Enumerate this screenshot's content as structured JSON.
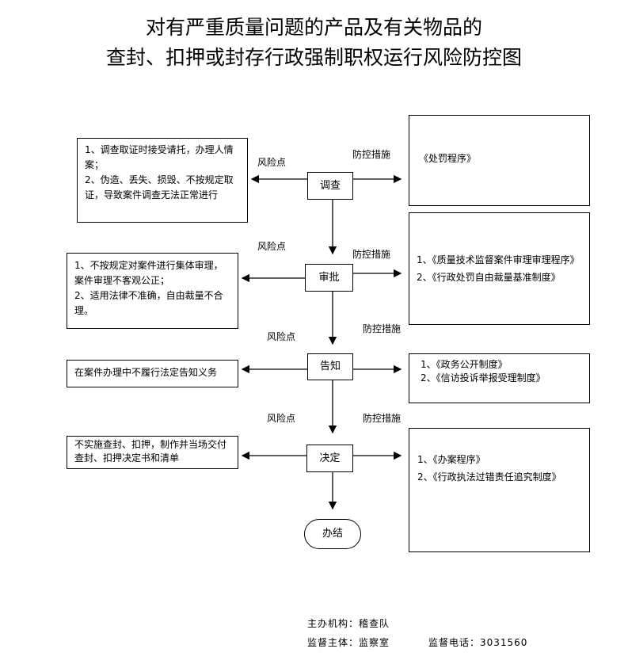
{
  "title": {
    "line1": "对有严重质量问题的产品及有关物品的",
    "line2": "查封、扣押或封存行政强制职权运行风险防控图"
  },
  "steps": {
    "investigate": "调查",
    "approve": "审批",
    "notify": "告知",
    "decide": "决定",
    "finish": "办结"
  },
  "labels": {
    "risk": "风险点",
    "measures": "防控措施"
  },
  "risks": {
    "investigate": [
      "1、调查取证时接受请托，办理人情",
      "案；",
      "2、伪造、丢失、损毁、不按规定取",
      "证，导致案件调查无法正常进行"
    ],
    "approve": [
      "1、不按规定对案件进行集体审理，",
      "案件审理不客观公正；",
      "2、适用法律不准确，自由裁量不合",
      "理。"
    ],
    "notify": [
      "在案件办理中不履行法定告知义务"
    ],
    "decide": [
      "不实施查封、扣押，制作并当场交付",
      "查封、扣押决定书和清单"
    ]
  },
  "measures": {
    "investigate": [
      "《处罚程序》"
    ],
    "approve": [
      "1、《质量技术监督案件审理审理程序》",
      "2、《行政处罚自由裁量基准制度》"
    ],
    "notify": [
      "1、《政务公开制度》",
      "2、《信访投诉举报受理制度》"
    ],
    "decide": [
      "1、《办案程序》",
      "2、《行政执法过错责任追究制度》"
    ]
  },
  "footer": {
    "organizer": "主办机构：稽查队",
    "supervisor": "监督主体：监察室",
    "phone": "监督电话：3031560"
  }
}
